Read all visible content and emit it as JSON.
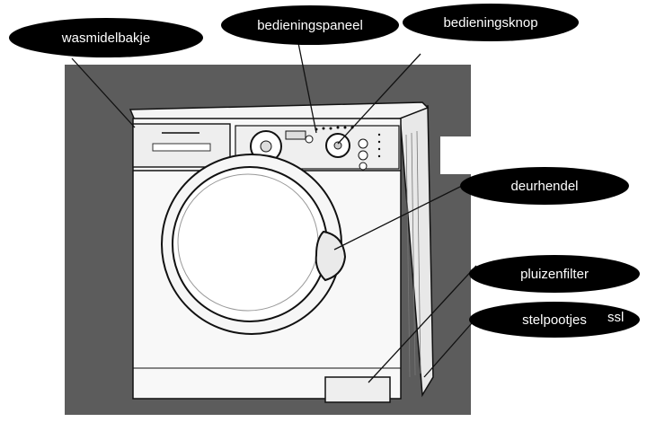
{
  "labels": {
    "detergent_drawer": "wasmidelbakje",
    "control_panel": "bedieningspaneel",
    "control_knob": "bedieningsknop",
    "door_handle": "deurhendel",
    "lint_filter": "pluizenfilter",
    "adjustable_feet": "stelpootjes",
    "cut_off_text": "ssl"
  },
  "colors": {
    "background_photo": "#5c5c5c",
    "machine_body": "#f7f7f7",
    "outline": "#111111",
    "label_fill": "#000000",
    "label_text": "#ffffff"
  }
}
